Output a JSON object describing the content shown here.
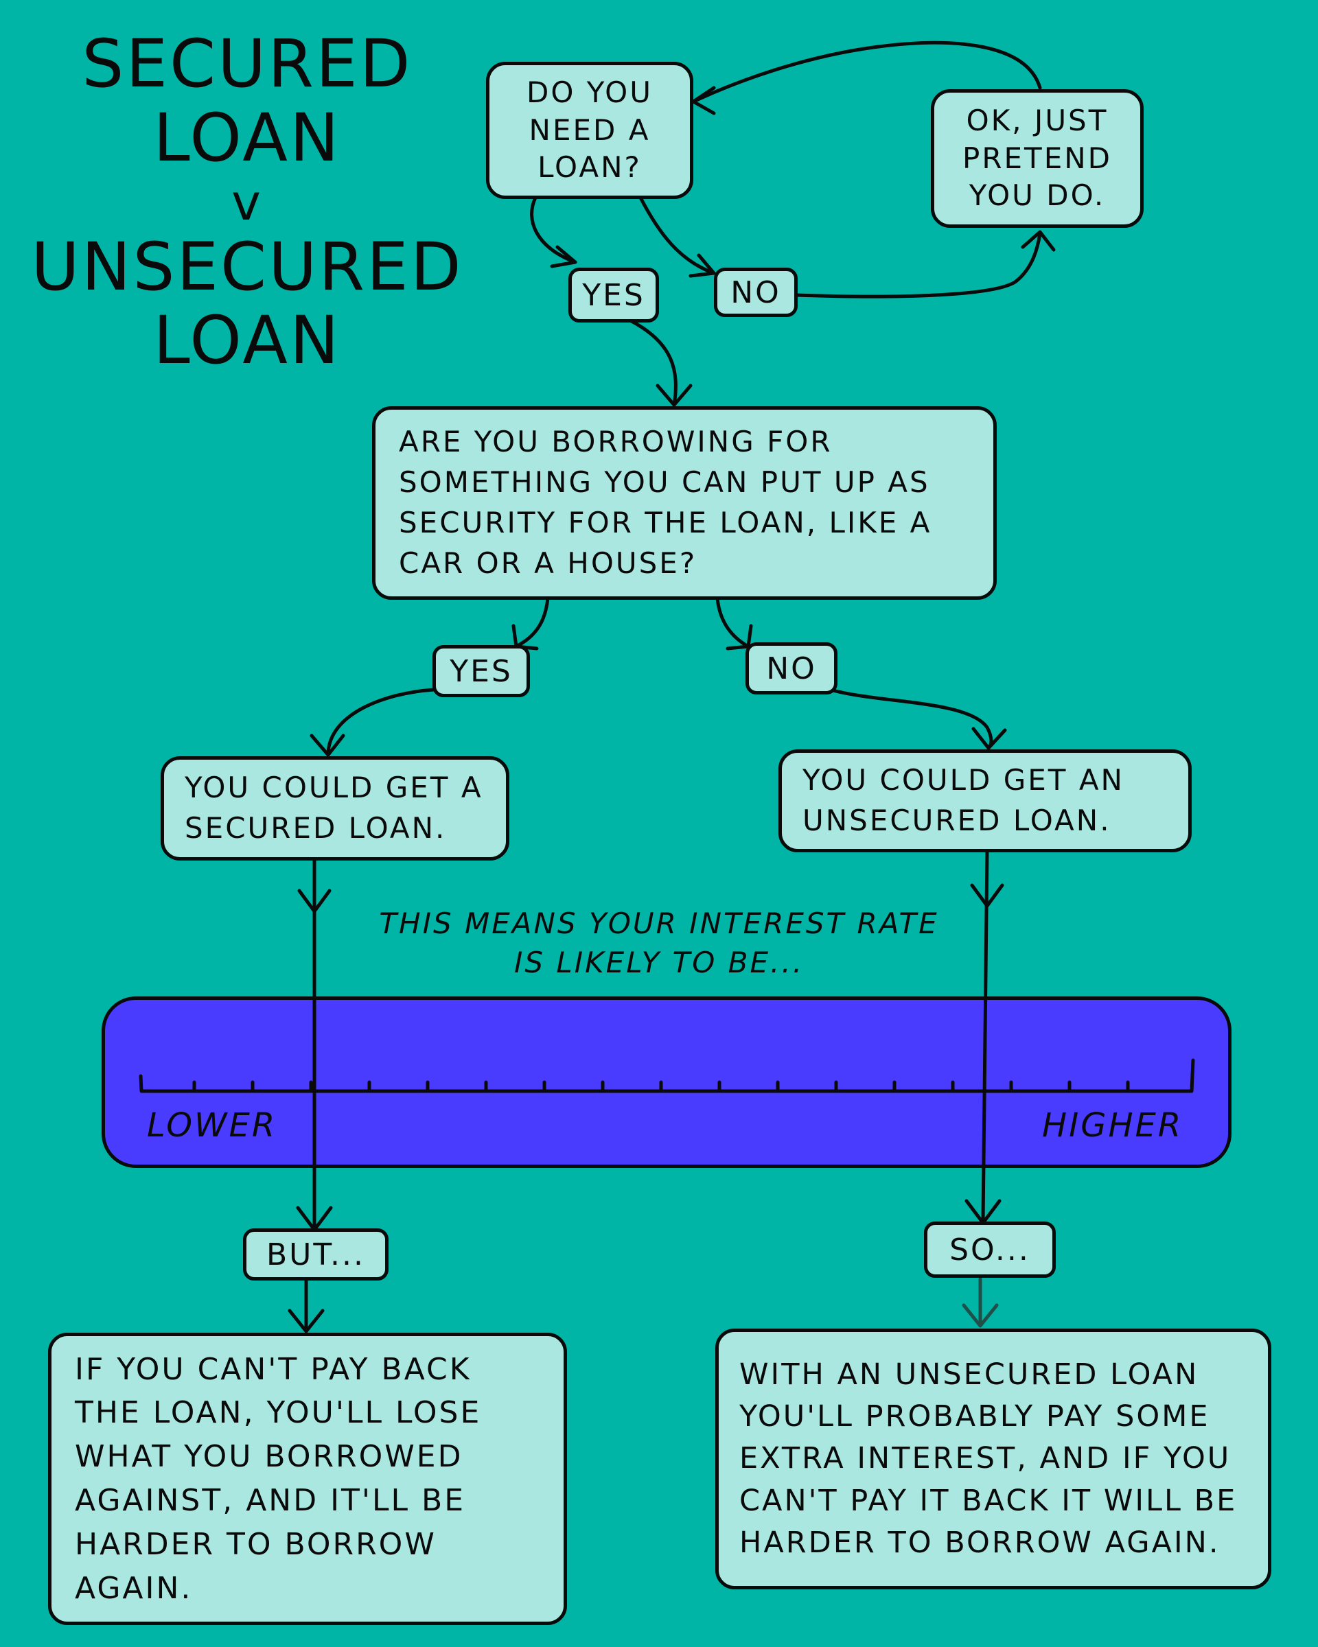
{
  "colors": {
    "background": "#00b5a6",
    "box_fill": "#a9e7e0",
    "scale_fill": "#4a3cff",
    "ink": "#0a0a0a"
  },
  "title": {
    "line1": "Secured",
    "line2": "Loan",
    "line3": "v",
    "line4": "Unsecured",
    "line5": "Loan"
  },
  "nodes": {
    "need_loan": "Do you need a loan?",
    "pretend": "OK, just pretend you do.",
    "security_question": "Are you borrowing for something you can put up as security for the loan, like a car or a house?",
    "secured_result": "You could get a secured loan.",
    "unsecured_result": "You could get an unsecured loan.",
    "secured_outcome": "If you can't pay back the loan, you'll lose what you borrowed against, and it'll be harder to borrow again.",
    "unsecured_outcome": "With an unsecured loan you'll probably pay some extra interest, and if you can't pay it back it will be harder to borrow again."
  },
  "labels": {
    "yes_1": "Yes",
    "no_1": "No",
    "yes_2": "Yes",
    "no_2": "No",
    "but": "But...",
    "so": "So..."
  },
  "interest_note": "This means your interest rate is likely to be...",
  "scale": {
    "low_label": "Lower",
    "high_label": "Higher"
  }
}
